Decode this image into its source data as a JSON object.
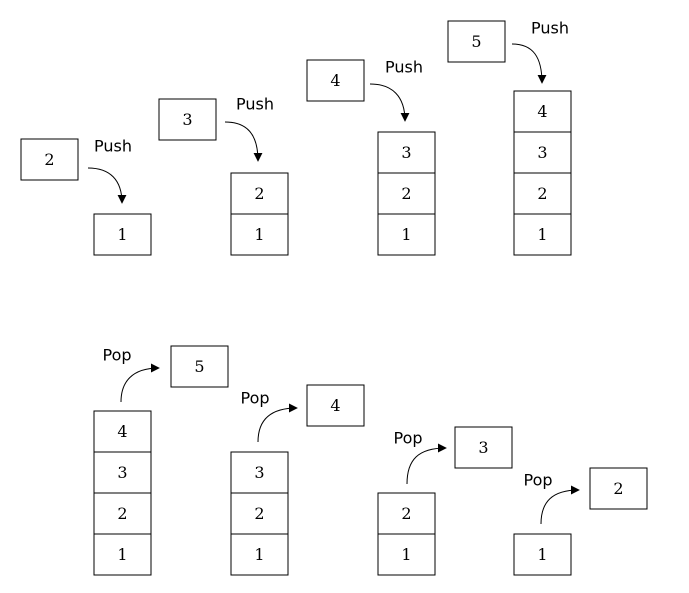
{
  "push_label": "Push",
  "pop_label": "Pop",
  "push_steps": [
    {
      "item": "5",
      "stack": [
        "1",
        "2",
        "3",
        "4"
      ]
    },
    {
      "item": "4",
      "stack": [
        "1",
        "2",
        "3"
      ]
    },
    {
      "item": "3",
      "stack": [
        "1",
        "2"
      ]
    },
    {
      "item": "2",
      "stack": [
        "1"
      ]
    }
  ],
  "pop_steps": [
    {
      "item": "5",
      "stack": [
        "1",
        "2",
        "3",
        "4"
      ]
    },
    {
      "item": "4",
      "stack": [
        "1",
        "2",
        "3"
      ]
    },
    {
      "item": "3",
      "stack": [
        "1",
        "2"
      ]
    },
    {
      "item": "2",
      "stack": [
        "1"
      ]
    }
  ]
}
